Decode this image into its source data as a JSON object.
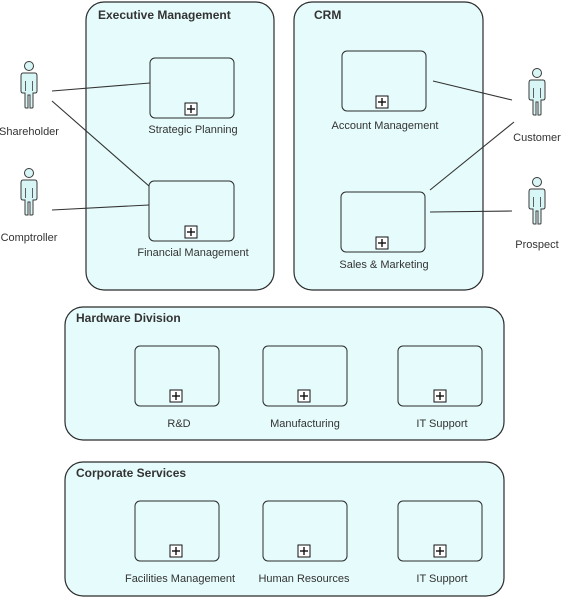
{
  "groups": {
    "executive": "Executive Management",
    "crm": "CRM",
    "hardware": "Hardware Division",
    "corporate": "Corporate Services"
  },
  "processes": {
    "strategic_planning": "Strategic Planning",
    "financial_management": "Financial Management",
    "account_management": "Account Management",
    "sales_marketing": "Sales & Marketing",
    "rnd": "R&D",
    "manufacturing": "Manufacturing",
    "it_support_hw": "IT Support",
    "facilities_management": "Facilities Management",
    "human_resources": "Human Resources",
    "it_support_cs": "IT Support"
  },
  "actors": {
    "shareholder": "Shareholder",
    "comptroller": "Comptroller",
    "customer": "Customer",
    "prospect": "Prospect"
  },
  "colors": {
    "fill": "#e6fbfb",
    "stroke": "#2b2b2b"
  }
}
